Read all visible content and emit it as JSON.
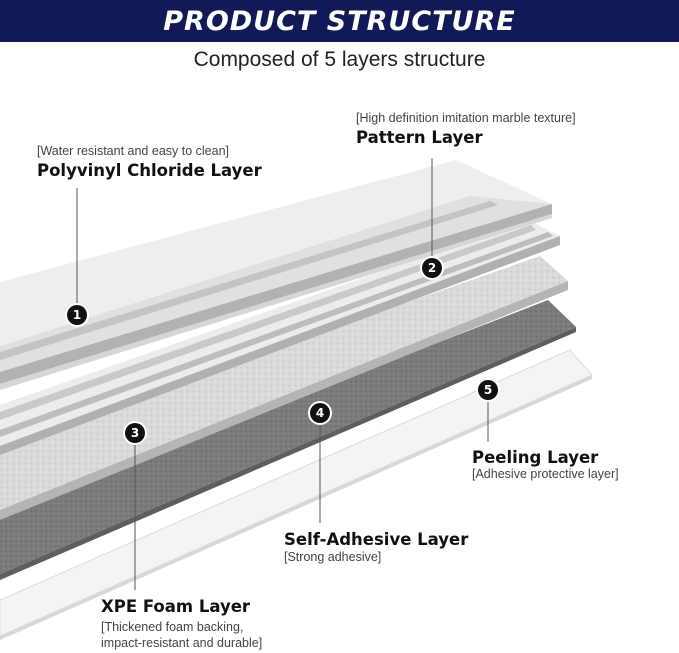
{
  "header": {
    "title": "PRODUCT STRUCTURE",
    "subtitle": "Composed of 5 layers structure"
  },
  "layers": [
    {
      "number": "1",
      "title": "Polyvinyl Chloride Layer",
      "note": "[Water resistant and easy to clean]"
    },
    {
      "number": "2",
      "title": "Pattern Layer",
      "note": "[High definition imitation marble texture]"
    },
    {
      "number": "3",
      "title": "XPE Foam Layer",
      "note_line1": "[Thickened foam backing,",
      "note_line2": "impact-resistant and durable]"
    },
    {
      "number": "4",
      "title": "Self-Adhesive Layer",
      "note": "[Strong adhesive]"
    },
    {
      "number": "5",
      "title": "Peeling Layer",
      "note": "[Adhesive protective layer]"
    }
  ],
  "colors": {
    "banner": "#0f1a57",
    "pvc_layer": "#f2f2f2",
    "pattern_layer": "#e4e4e4",
    "foam_layer": "#d9d9d9",
    "adhesive_layer": "#7b7b7b",
    "peeling_layer": "#f7f7f7",
    "badge": "#111111"
  }
}
